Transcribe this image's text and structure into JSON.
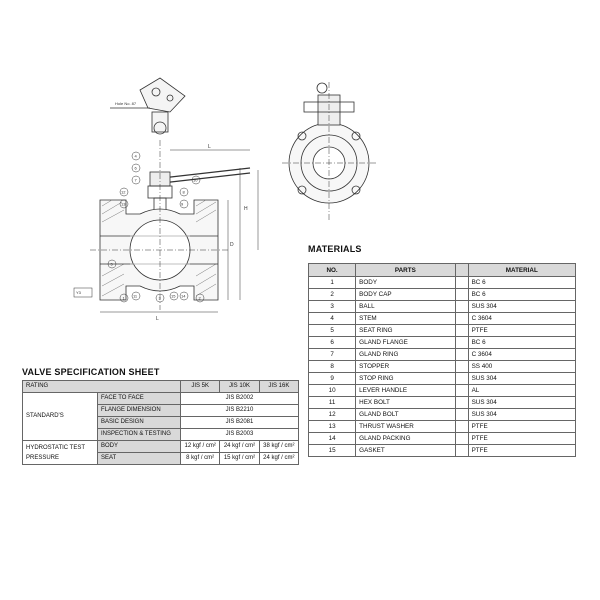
{
  "drawing": {
    "view_labels": {
      "handle_detail_note": "Hole No. 87",
      "handle_letter": "L",
      "height_letter": "H",
      "dia_letter": "D",
      "bore_letter": "d",
      "face_letter": "L",
      "flange_note": "Y3"
    },
    "part_callouts": [
      "1",
      "2",
      "3",
      "4",
      "5",
      "6",
      "7",
      "8",
      "9",
      "10",
      "11",
      "12",
      "13",
      "14",
      "15"
    ]
  },
  "materials": {
    "title": "MATERIALS",
    "headers": [
      "NO.",
      "PARTS",
      "MATERIAL"
    ],
    "rows": [
      {
        "no": "1",
        "part": "BODY",
        "material": "BC 6"
      },
      {
        "no": "2",
        "part": "BODY CAP",
        "material": "BC 6"
      },
      {
        "no": "3",
        "part": "BALL",
        "material": "SUS 304"
      },
      {
        "no": "4",
        "part": "STEM",
        "material": "C 3604"
      },
      {
        "no": "5",
        "part": "SEAT RING",
        "material": "PTFE"
      },
      {
        "no": "6",
        "part": "GLAND FLANGE",
        "material": "BC 6"
      },
      {
        "no": "7",
        "part": "GLAND RING",
        "material": "C 3604"
      },
      {
        "no": "8",
        "part": "STOPPER",
        "material": "SS 400"
      },
      {
        "no": "9",
        "part": "STOP RING",
        "material": "SUS 304"
      },
      {
        "no": "10",
        "part": "LEVER HANDLE",
        "material": "AL"
      },
      {
        "no": "11",
        "part": "HEX BOLT",
        "material": "SUS 304"
      },
      {
        "no": "12",
        "part": "GLAND BOLT",
        "material": "SUS 304"
      },
      {
        "no": "13",
        "part": "THRUST WASHER",
        "material": "PTFE"
      },
      {
        "no": "14",
        "part": "GLAND PACKING",
        "material": "PTFE"
      },
      {
        "no": "15",
        "part": "GASKET",
        "material": "PTFE"
      }
    ]
  },
  "spec": {
    "title": "VALVE SPECIFICATION SHEET",
    "rating_label": "RATING",
    "ratings": [
      "JIS 5K",
      "JIS 10K",
      "JIS 16K"
    ],
    "standards_label": "STANDARD'S",
    "standards": [
      {
        "item": "FACE TO FACE",
        "value": "JIS B2002"
      },
      {
        "item": "FLANGE DIMENSION",
        "value": "JIS B2210"
      },
      {
        "item": "BASIC DESIGN",
        "value": "JIS B2081"
      },
      {
        "item": "INSPECTION & TESTING",
        "value": "JIS B2003"
      }
    ],
    "hydro_label_1": "HYDROSTATIC TEST",
    "hydro_label_2": "PRESSURE",
    "hydro": [
      {
        "item": "BODY",
        "values": [
          "12 kgf / cm²",
          "24 kgf / cm²",
          "38 kgf / cm²"
        ]
      },
      {
        "item": "SEAT",
        "values": [
          "8 kgf / cm²",
          "15 kgf / cm²",
          "24 kgf / cm²"
        ]
      }
    ]
  }
}
